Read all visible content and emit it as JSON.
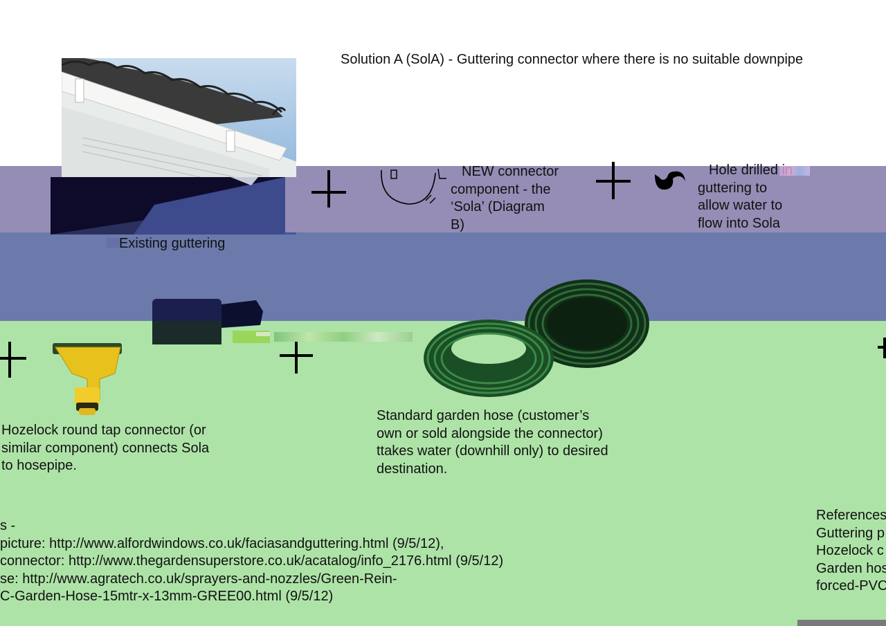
{
  "title": "Solution A (SolA) - Guttering connector where there is no suitable downpipe",
  "captions": {
    "existing_guttering": "Existing guttering",
    "new_connector": [
      "NEW connector",
      "component - the",
      "‘Sola’  (Diagram",
      "B)"
    ],
    "hole_drilled": [
      "Hole drilled in",
      "guttering to",
      "allow water to",
      "flow into Sola"
    ],
    "hozelock": [
      "Hozelock round tap connector (or",
      "similar component) connects Sola",
      "to hosepipe."
    ],
    "garden_hose": [
      "Standard garden hose (customer’s",
      "own or sold alongside the connector)",
      "ttakes water (downhill only) to desired",
      "destination."
    ]
  },
  "references_left": [
    "s -",
    "picture: http://www.alfordwindows.co.uk/faciasandguttering.html  (9/5/12),",
    "connector: http://www.thegardensuperstore.co.uk/acatalog/info_2176.html (9/5/12)",
    "se: http://www.agratech.co.uk/sprayers-and-nozzles/Green-Rein-",
    "C-Garden-Hose-15mtr-x-13mm-GREE00.html (9/5/12)"
  ],
  "references_right": [
    "References",
    "Guttering p",
    "Hozelock c",
    "Garden hos",
    "forced-PVC"
  ],
  "colors": {
    "band_purple": "#9a92b8",
    "band_blue": "#6c7bab",
    "band_green": "#aee3a8",
    "sky": "#aacbe6",
    "hose_green": "#1f5a2a",
    "connector_yellow": "#e8c21c"
  }
}
